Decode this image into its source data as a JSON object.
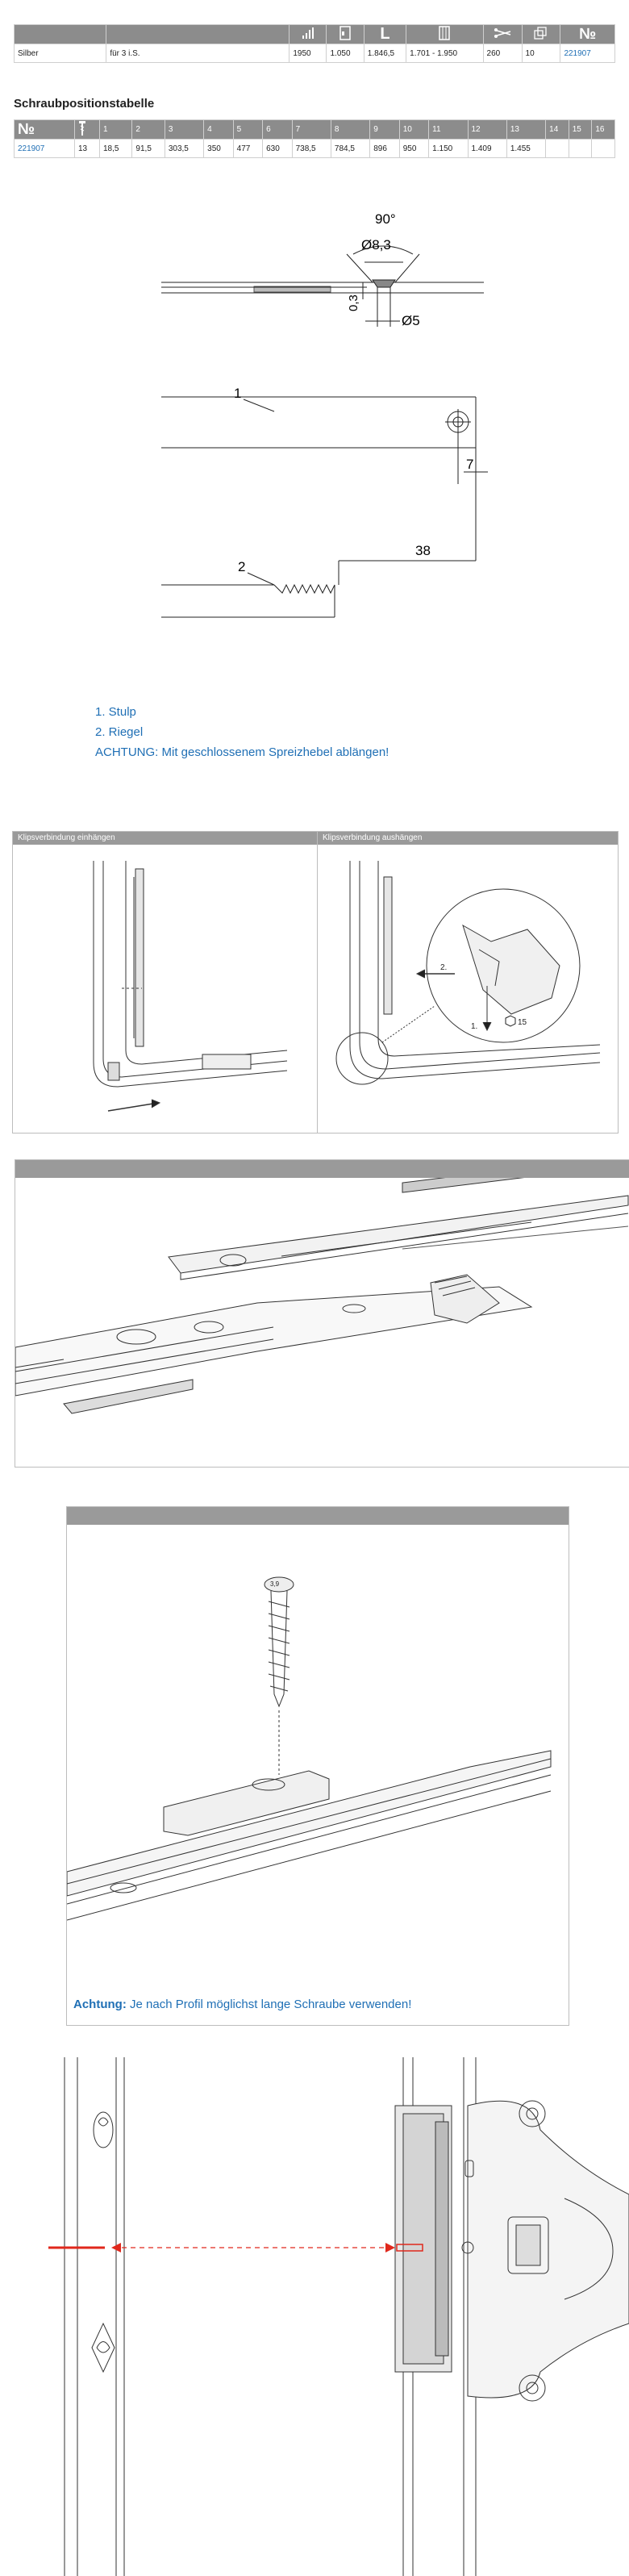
{
  "product_table": {
    "header_icons": [
      "window-size-icon",
      "sash-icon",
      "length-icon",
      "frame-icon",
      "cut-icon",
      "pack-icon"
    ],
    "header_letter_L": "L",
    "header_no": "№",
    "row": {
      "color": "Silber",
      "use": "für 3 i.S.",
      "c1": "1950",
      "c2": "1.050",
      "c3": "1.846,5",
      "c4": "1.701 - 1.950",
      "c5": "260",
      "c6": "10",
      "no": "221907"
    }
  },
  "screw_table": {
    "title": "Schraubpositionstabelle",
    "no_header": "№",
    "columns": [
      "1",
      "2",
      "3",
      "4",
      "5",
      "6",
      "7",
      "8",
      "9",
      "10",
      "11",
      "12",
      "13",
      "14",
      "15",
      "16"
    ],
    "row": {
      "no": "221907",
      "screws": "13",
      "values": [
        "18,5",
        "91,5",
        "303,5",
        "350",
        "477",
        "630",
        "738,5",
        "784,5",
        "896",
        "950",
        "1.150",
        "1.409",
        "1.455",
        "",
        "",
        ""
      ]
    }
  },
  "drawing1": {
    "angle": "90°",
    "d1": "Ø8,3",
    "d2": "Ø5",
    "h": "0,3",
    "dim7": "7",
    "dim38": "38",
    "label1": "1",
    "label2": "2"
  },
  "notes": {
    "n1": "1. Stulp",
    "n2": "2. Riegel",
    "warn": "ACHTUNG: Mit geschlossenem Spreizhebel ablängen!"
  },
  "clip_panels": {
    "left_title": "Klipsverbindung einhängen",
    "right_title": "Klipsverbindung aushängen",
    "callout1": "1.",
    "callout2": "2.",
    "callout15": "15"
  },
  "screw_panel": {
    "screw_label": "3,9",
    "warn_bold": "Achtung:",
    "warn_text": " Je nach Profil möglichst lange Schraube verwenden!"
  }
}
